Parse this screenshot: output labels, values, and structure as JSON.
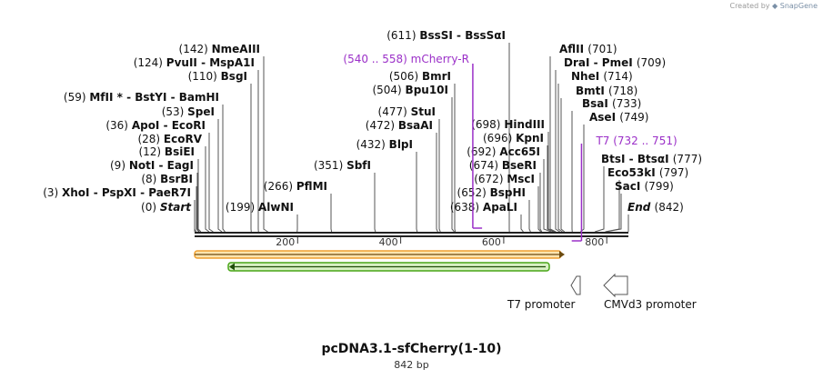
{
  "credit": {
    "prefix": "Created by",
    "brand": "SnapGene"
  },
  "plasmid": {
    "name": "pcDNA3.1-sfCherry(1-10)",
    "length_label": "842 bp",
    "length": 842
  },
  "axis_ticks": [
    "200",
    "400",
    "600",
    "800"
  ],
  "sites": [
    {
      "pos": "(0)",
      "name": "Start",
      "style": "italic",
      "loc": 0
    },
    {
      "pos": "(3)",
      "name": "XhoI  - PspXI  - PaeR7I",
      "loc": 3
    },
    {
      "pos": "(8)",
      "name": "BsrBI",
      "loc": 8
    },
    {
      "pos": "(9)",
      "name": "NotI  - EagI",
      "loc": 9
    },
    {
      "pos": "(12)",
      "name": "BsiEI",
      "loc": 12
    },
    {
      "pos": "(28)",
      "name": "EcoRV",
      "loc": 28
    },
    {
      "pos": "(36)",
      "name": "ApoI  - EcoRI",
      "loc": 36
    },
    {
      "pos": "(53)",
      "name": "SpeI",
      "loc": 53
    },
    {
      "pos": "(59)",
      "name": "MfII * - BstYI  - BamHI",
      "loc": 59
    },
    {
      "pos": "(110)",
      "name": "BsgI",
      "loc": 110
    },
    {
      "pos": "(124)",
      "name": "PvuII  - MspA1I",
      "loc": 124
    },
    {
      "pos": "(142)",
      "name": "NmeAIII",
      "loc": 142
    },
    {
      "pos": "(199)",
      "name": "AlwNI",
      "loc": 199
    },
    {
      "pos": "(266)",
      "name": "PflMI",
      "loc": 266
    },
    {
      "pos": "(351)",
      "name": "SbfI",
      "loc": 351
    },
    {
      "pos": "(432)",
      "name": "BlpI",
      "loc": 432
    },
    {
      "pos": "(472)",
      "name": "BsaAI",
      "loc": 472
    },
    {
      "pos": "(477)",
      "name": "StuI",
      "loc": 477
    },
    {
      "pos": "(504)",
      "name": "Bpu10I",
      "loc": 504
    },
    {
      "pos": "(506)",
      "name": "BmrI",
      "loc": 506
    },
    {
      "pos": "(611)",
      "name": "BssSI  - BssSαI",
      "loc": 611
    },
    {
      "pos": "(638)",
      "name": "ApaLI",
      "loc": 638
    },
    {
      "pos": "(652)",
      "name": "BspHI",
      "loc": 652
    },
    {
      "pos": "(672)",
      "name": "MscI",
      "loc": 672
    },
    {
      "pos": "(674)",
      "name": "BseRI",
      "loc": 674
    },
    {
      "pos": "(692)",
      "name": "Acc65I",
      "loc": 692
    },
    {
      "pos": "(696)",
      "name": "KpnI",
      "loc": 696
    },
    {
      "pos": "(698)",
      "name": "HindIII",
      "loc": 698
    },
    {
      "pos": "(701)",
      "name": "AflII",
      "loc": 701
    },
    {
      "pos": "(709)",
      "name": "DraI  - PmeI",
      "loc": 709
    },
    {
      "pos": "(714)",
      "name": "NheI",
      "loc": 714
    },
    {
      "pos": "(718)",
      "name": "BmtI",
      "loc": 718
    },
    {
      "pos": "(733)",
      "name": "BsaI",
      "loc": 733
    },
    {
      "pos": "(749)",
      "name": "AseI",
      "loc": 749
    },
    {
      "pos": "(777)",
      "name": "BtsI  - BtsαI",
      "loc": 777
    },
    {
      "pos": "(797)",
      "name": "Eco53kI",
      "loc": 797
    },
    {
      "pos": "(799)",
      "name": "SacI",
      "loc": 799
    },
    {
      "pos": "(842)",
      "name": "End",
      "style": "italic",
      "loc": 842
    }
  ],
  "primers": [
    {
      "range": "(540 .. 558)",
      "name": "mCherry-R",
      "start": 540,
      "end": 558,
      "direction": "reverse"
    },
    {
      "range": "(732 .. 751)",
      "name": "T7",
      "start": 732,
      "end": 751,
      "direction": "forward"
    }
  ],
  "features": [
    {
      "name": "T7 promoter",
      "start": 730,
      "end": 749,
      "direction": "reverse"
    },
    {
      "name": "CMVd3 promoter",
      "start": 779,
      "end": 842,
      "direction": "reverse"
    }
  ],
  "colors": {
    "orange_feature": "#f0a030",
    "green_feature": "#49a617",
    "primer": "#9b30c8",
    "backbone": "#222222"
  }
}
